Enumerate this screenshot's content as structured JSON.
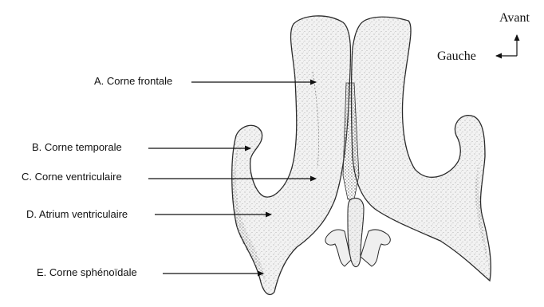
{
  "labels": {
    "a": "A. Corne frontale",
    "b": "B. Corne temporale",
    "c": "C. Corne ventriculaire",
    "d": "D. Atrium ventriculaire",
    "e": "E. Corne sphénoïdale"
  },
  "orientation": {
    "front": "Avant",
    "left": "Gauche"
  },
  "colors": {
    "stroke": "#222222",
    "shade": "#9a9a9a",
    "fill": "#f4f4f4"
  }
}
